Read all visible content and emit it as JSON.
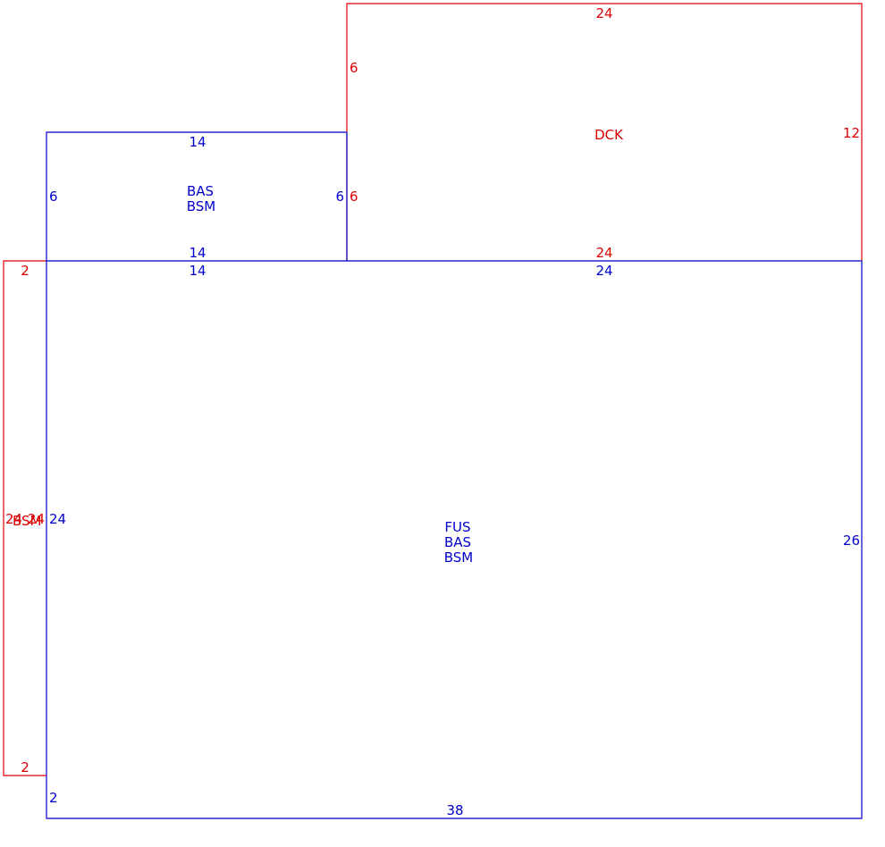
{
  "colors": {
    "main": "#0000cc",
    "accent": "#dd0000"
  },
  "dck": {
    "label": "DCK",
    "top": "24",
    "left_upper": "6",
    "left_lower": "6",
    "right": "12",
    "bottom": "24"
  },
  "bas_small": {
    "label_line1": "BAS",
    "label_line2": "BSM",
    "top": "14",
    "left": "6",
    "right": "6",
    "bottom": "14"
  },
  "main": {
    "label_line1": "FUS",
    "label_line2": "BAS",
    "label_line3": "BSM",
    "top_left": "14",
    "top_right": "24",
    "left_upper": "24",
    "left_lower": "2",
    "right": "26",
    "bottom": "38"
  },
  "strip": {
    "label": "BSM",
    "top": "2",
    "bottom": "2",
    "left": "24",
    "right": "24"
  }
}
